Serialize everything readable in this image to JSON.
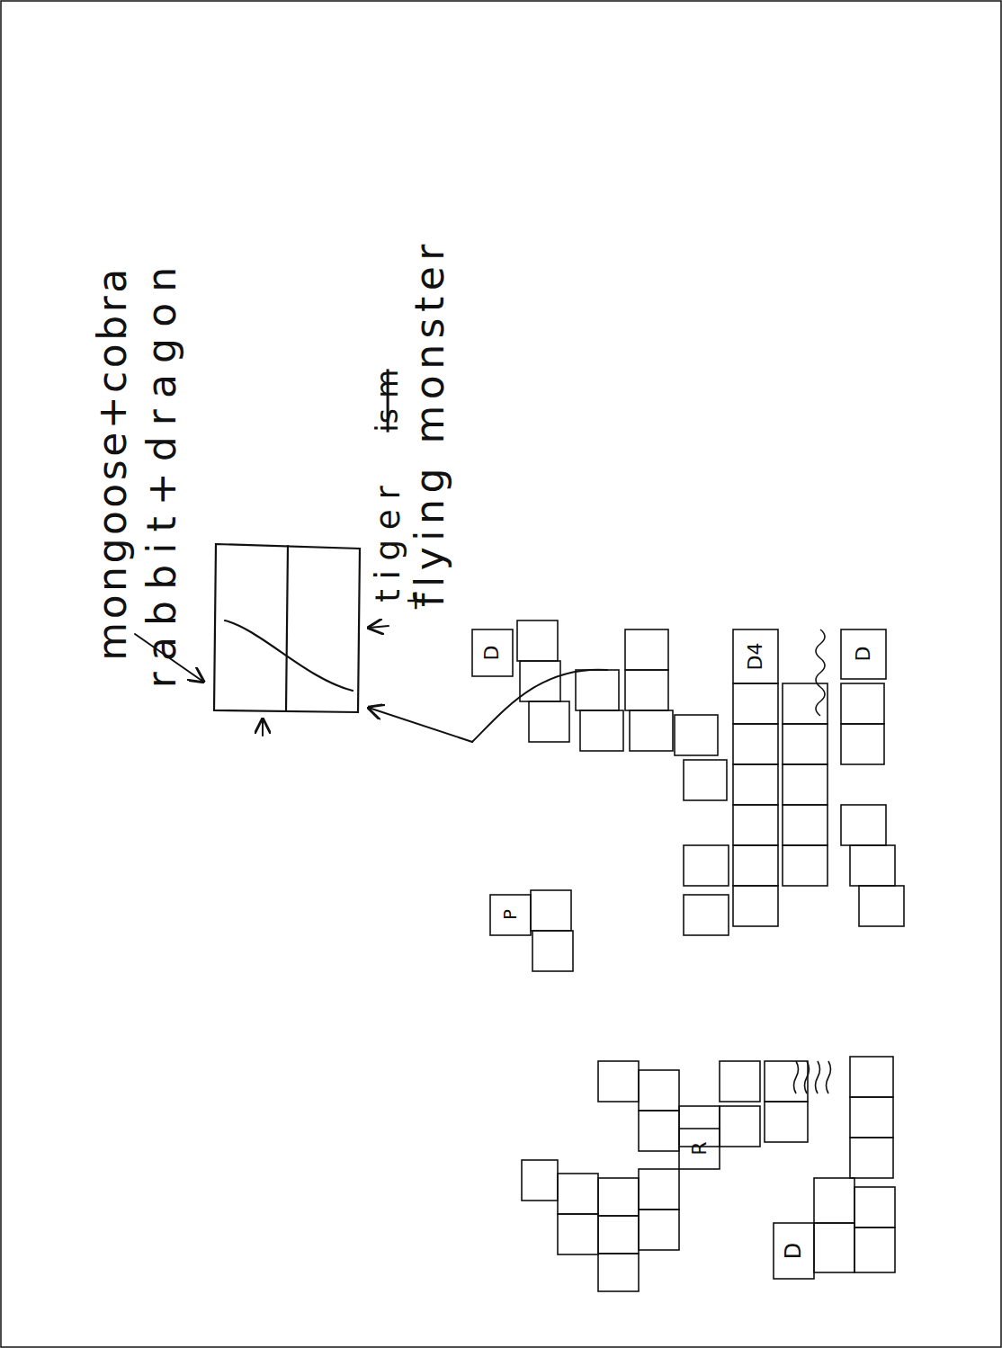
{
  "diagram": {
    "labels": [
      "mongoose+cobra",
      "rabbit+dragon",
      "tiger",
      "is m",
      "+",
      "flying monster",
      "D",
      "P",
      "D4",
      "D",
      "R",
      "D"
    ]
  }
}
